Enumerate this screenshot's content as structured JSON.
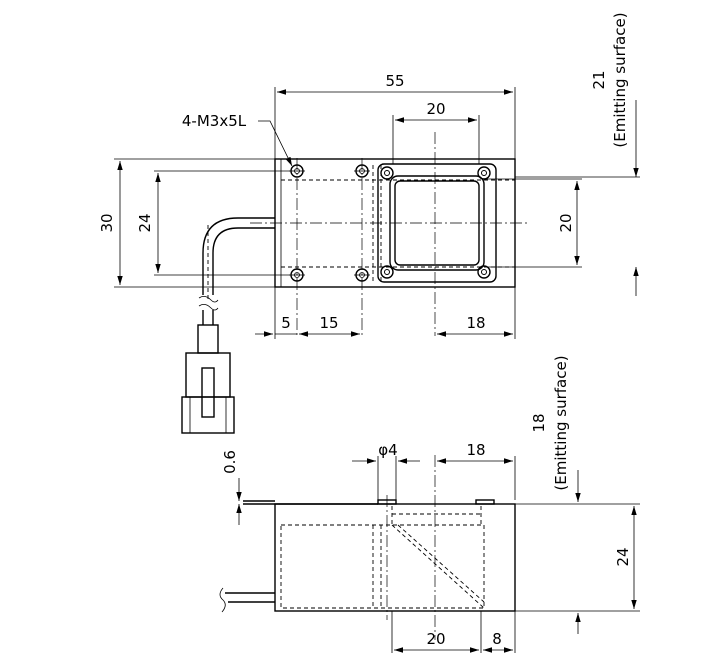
{
  "top_view": {
    "overall_length": "55",
    "window_width": "20",
    "height": "30",
    "hole_pitch_vertical": "24",
    "window_height": "20",
    "offset_first": "5",
    "hole_pitch_horizontal": "15",
    "window_offset": "18",
    "holes_note": "4-M3x5L",
    "emitting_depth": "21",
    "emitting_label": "(Emitting surface)"
  },
  "side_view": {
    "protrusion": "0.6",
    "diameter": "φ4",
    "offset_right": "18",
    "height": "24",
    "bottom_width": "20",
    "bottom_offset": "8",
    "emitting_height": "18",
    "emitting_label": "(Emitting surface)"
  }
}
